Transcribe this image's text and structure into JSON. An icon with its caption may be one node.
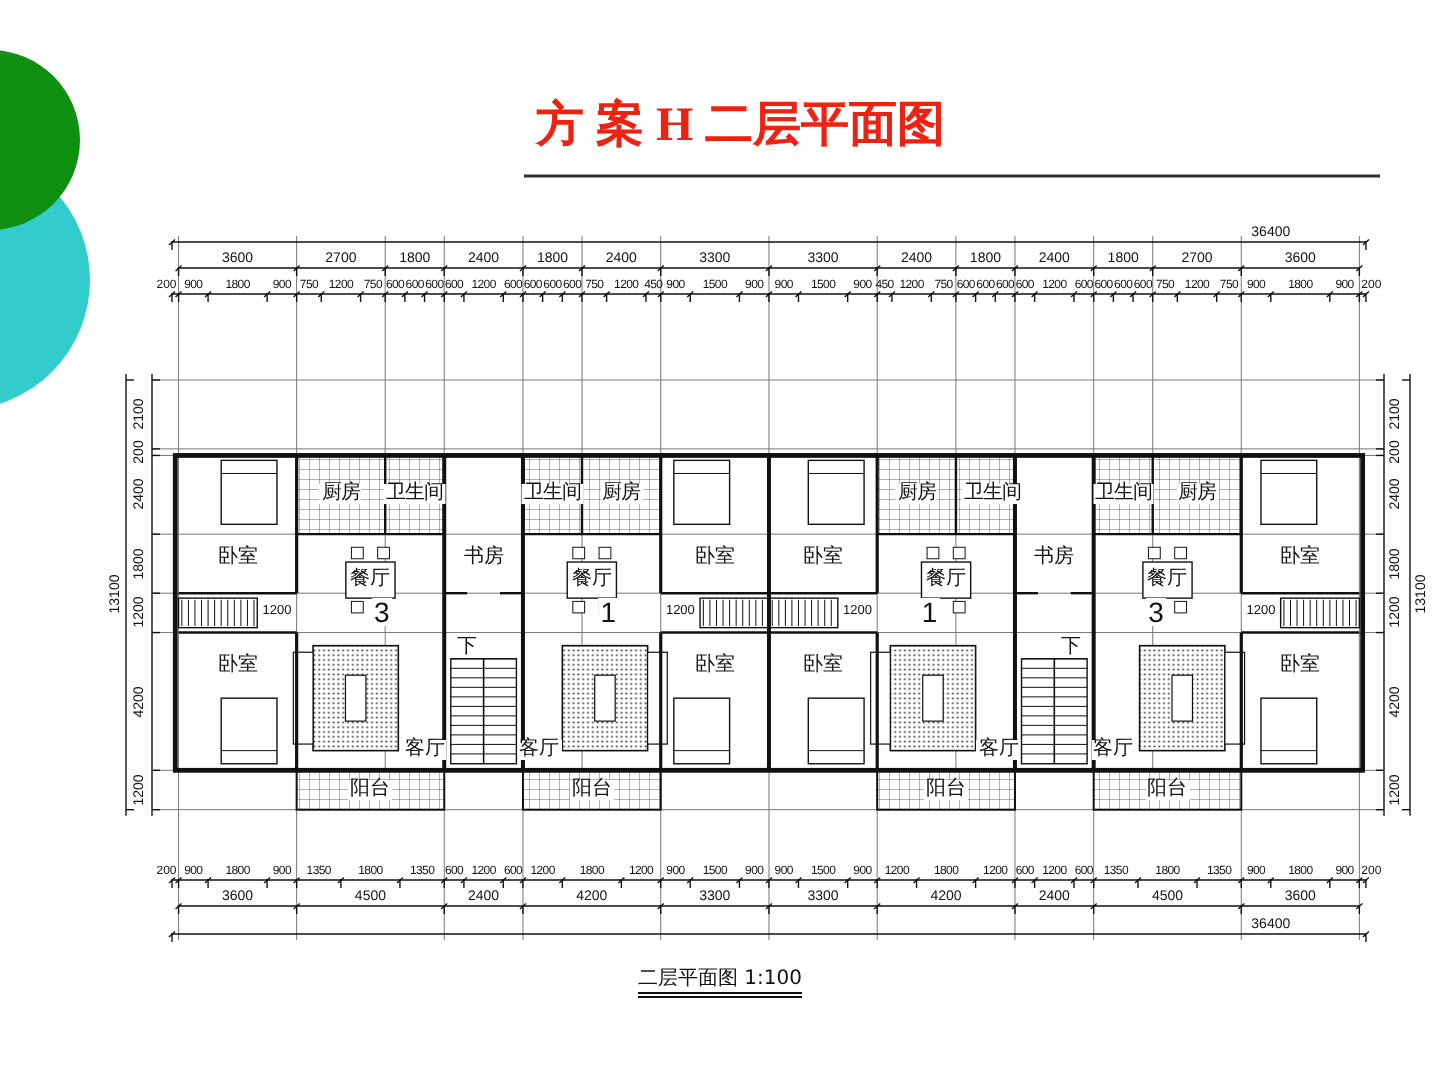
{
  "diagram": {
    "title": "方 案 H 二层平面图",
    "caption": "二层平面图 1:100",
    "labels": [
      "36400",
      "3600",
      "2700",
      "1800",
      "2400",
      "1800",
      "2400",
      "3300",
      "3300",
      "2400",
      "1800",
      "2400",
      "1800",
      "2700",
      "3600",
      "200",
      "900",
      "1800",
      "900",
      "750",
      "1200",
      "750",
      "600",
      "600",
      "600",
      "600",
      "1200",
      "600",
      "600",
      "600",
      "600",
      "750",
      "1200",
      "450",
      "900",
      "1500",
      "900",
      "900",
      "1500",
      "900",
      "450",
      "1200",
      "750",
      "600",
      "600",
      "600",
      "600",
      "1200",
      "600",
      "600",
      "600",
      "600",
      "750",
      "1200",
      "750",
      "900",
      "1800",
      "900",
      "200",
      "2100",
      "200",
      "2400",
      "1800",
      "1200",
      "4200",
      "1200",
      "13100",
      "2100",
      "200",
      "2400",
      "1800",
      "1200",
      "4200",
      "1200",
      "13100",
      "厨房",
      "卫生间",
      "卫生间",
      "厨房",
      "厨房",
      "卫生间",
      "卫生间",
      "厨房",
      "卧室",
      "书房",
      "卧室",
      "卧室",
      "书房",
      "卧室",
      "餐厅",
      "餐厅",
      "餐厅",
      "餐厅",
      "1200",
      "3",
      "1",
      "1200",
      "1200",
      "1",
      "3",
      "1200",
      "卧室",
      "下",
      "卧室",
      "卧室",
      "下",
      "卧室",
      "客厅",
      "客厅",
      "客厅",
      "客厅",
      "阳台",
      "阳台",
      "阳台",
      "阳台",
      "200",
      "900",
      "1800",
      "900",
      "1350",
      "1800",
      "1350",
      "600",
      "1200",
      "600",
      "1200",
      "1800",
      "1200",
      "900",
      "1500",
      "900",
      "900",
      "1500",
      "900",
      "1200",
      "1800",
      "1200",
      "600",
      "1200",
      "600",
      "1350",
      "1800",
      "1350",
      "900",
      "1800",
      "900",
      "200",
      "3600",
      "4500",
      "2400",
      "4200",
      "3300",
      "3300",
      "4200",
      "2400",
      "4500",
      "3600",
      "36400"
    ]
  }
}
